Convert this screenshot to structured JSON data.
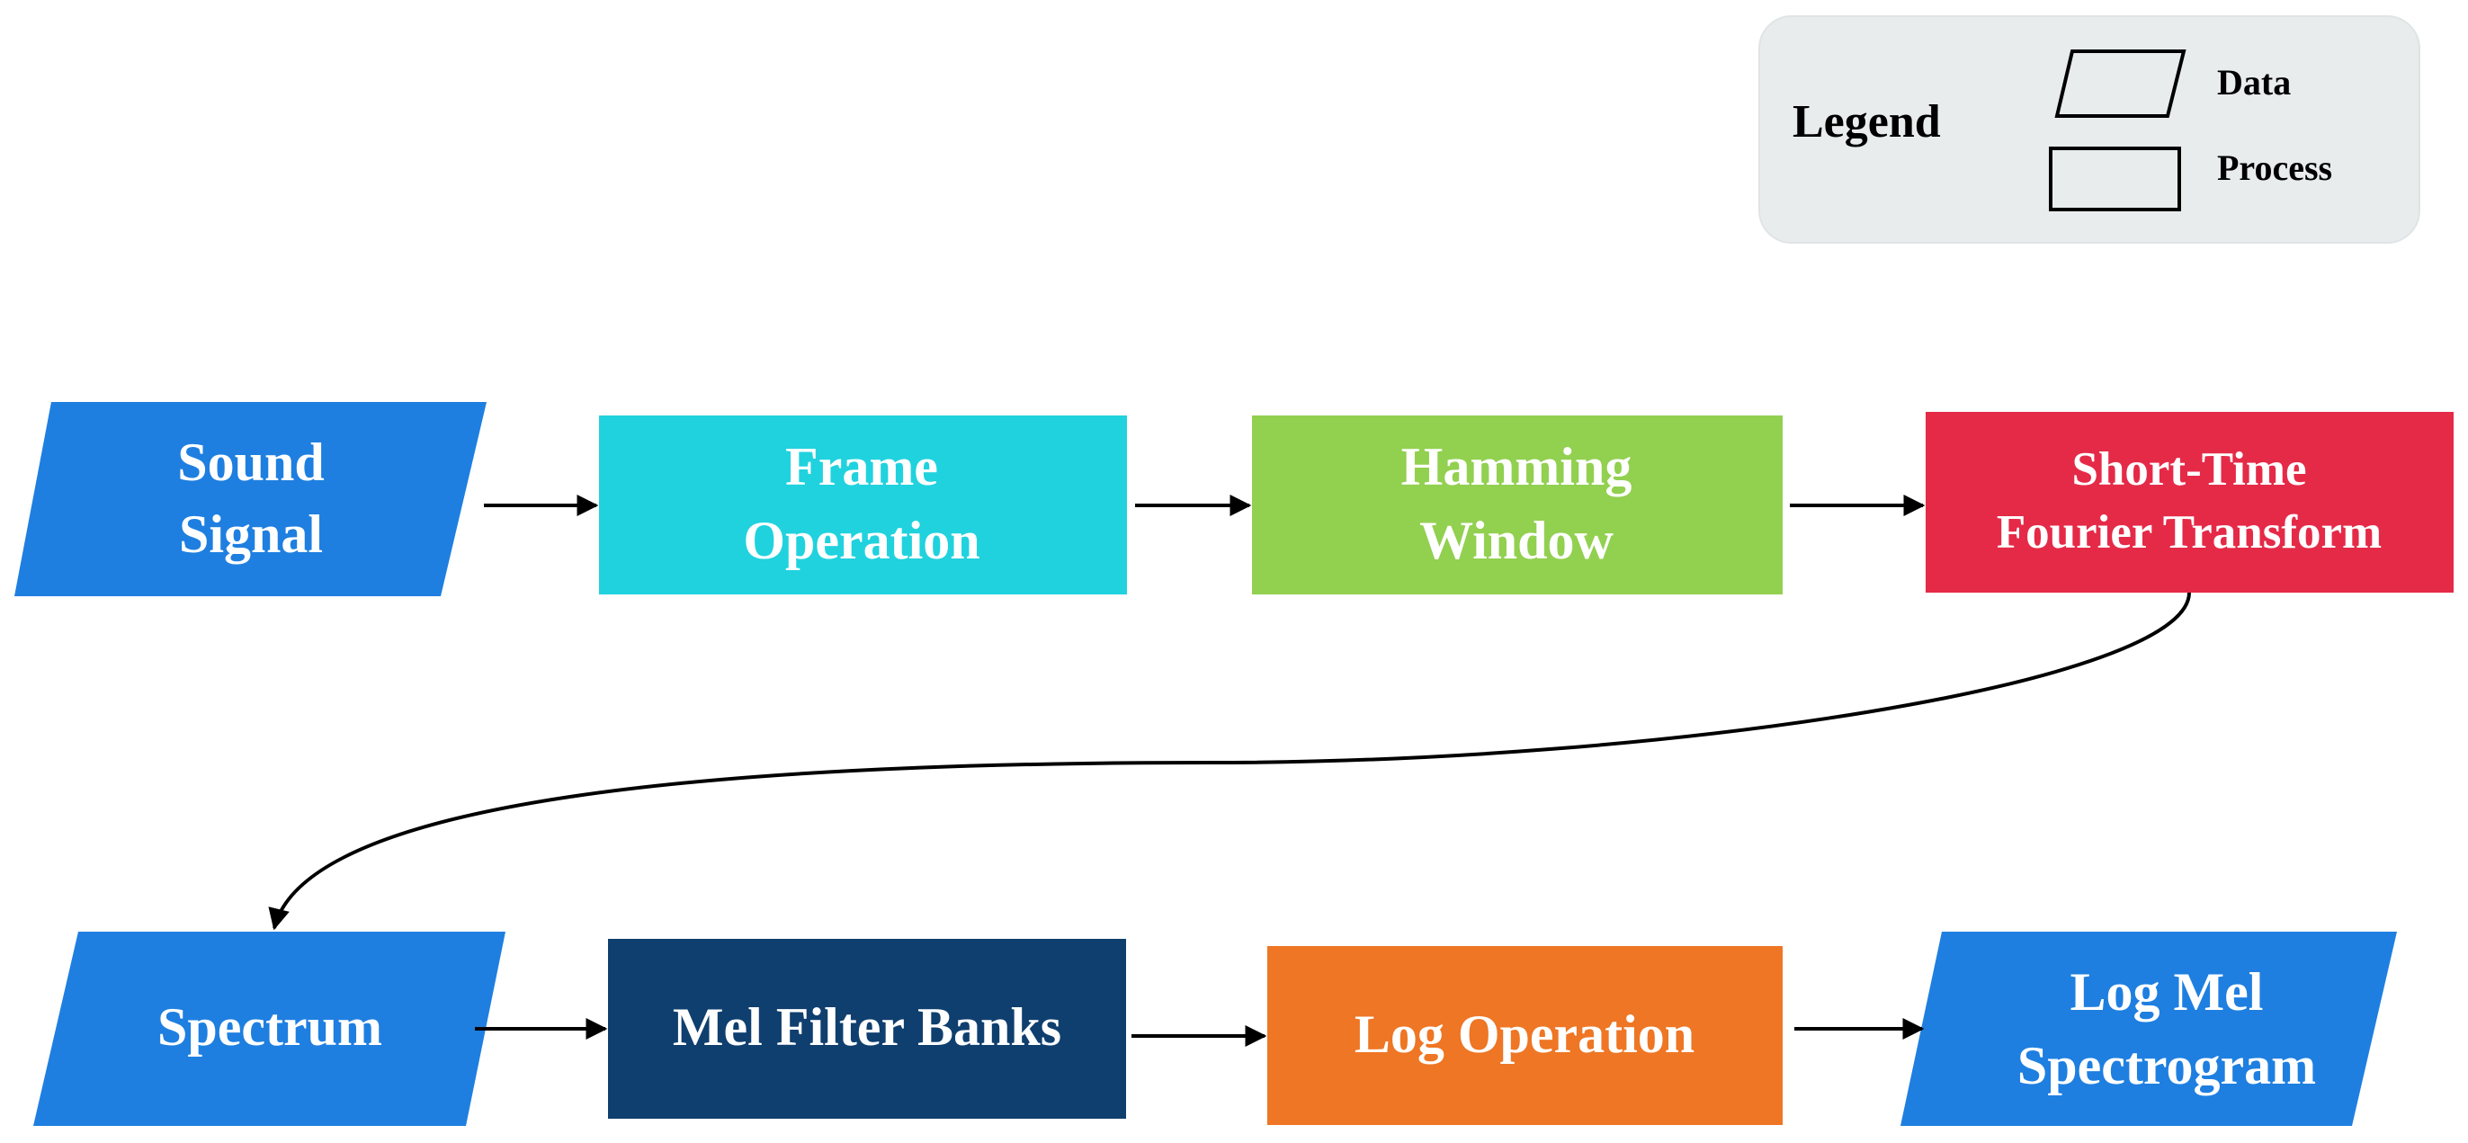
{
  "legend": {
    "title": "Legend",
    "items": [
      {
        "shape": "parallelogram",
        "label": "Data"
      },
      {
        "shape": "rectangle",
        "label": "Process"
      }
    ],
    "background_color": "#e8ecec"
  },
  "nodes": {
    "sound_signal": {
      "lines": [
        "Sound",
        "Signal"
      ],
      "kind": "data",
      "color": "#1e7fe0"
    },
    "frame_operation": {
      "lines": [
        "Frame",
        "Operation"
      ],
      "kind": "process",
      "color": "#20d2de"
    },
    "hamming_window": {
      "lines": [
        "Hamming",
        "Window"
      ],
      "kind": "process",
      "color": "#92d050"
    },
    "stft": {
      "lines": [
        "Short-Time",
        "Fourier Transform"
      ],
      "kind": "process",
      "color": "#e52a48"
    },
    "spectrum": {
      "lines": [
        "Spectrum"
      ],
      "kind": "data",
      "color": "#1e7fe0"
    },
    "mel_filter_banks": {
      "lines": [
        "Mel Filter Banks"
      ],
      "kind": "process",
      "color": "#0f3f6e"
    },
    "log_operation": {
      "lines": [
        "Log Operation"
      ],
      "kind": "process",
      "color": "#ee7624"
    },
    "log_mel_spectrogram": {
      "lines": [
        "Log Mel",
        "Spectrogram"
      ],
      "kind": "data",
      "color": "#1e7fe0"
    }
  },
  "edges": [
    {
      "from": "sound_signal",
      "to": "frame_operation"
    },
    {
      "from": "frame_operation",
      "to": "hamming_window"
    },
    {
      "from": "hamming_window",
      "to": "stft"
    },
    {
      "from": "stft",
      "to": "spectrum"
    },
    {
      "from": "spectrum",
      "to": "mel_filter_banks"
    },
    {
      "from": "mel_filter_banks",
      "to": "log_operation"
    },
    {
      "from": "log_operation",
      "to": "log_mel_spectrogram"
    }
  ]
}
